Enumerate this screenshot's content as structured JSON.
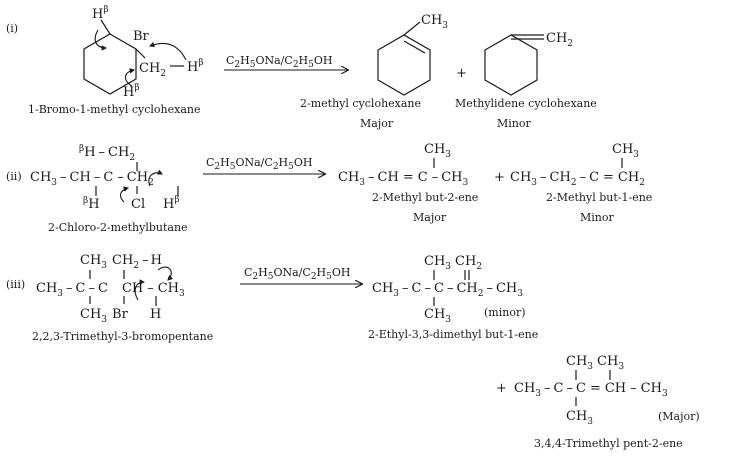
{
  "reaction_i": {
    "label": "(i)",
    "reactant": {
      "name": "1-Bromo-1-methyl cyclohexane",
      "br": "Br",
      "ch2": "CH",
      "ch2_sub": "2",
      "h_beta": "H",
      "beta": "β"
    },
    "reagent": {
      "text": "C",
      "parts": [
        "C",
        "2",
        "H",
        "5",
        "ONa/C",
        "2",
        "H",
        "5",
        "OH"
      ]
    },
    "product_major": {
      "name": "2-methyl cyclohexane",
      "status": "Major",
      "group": "CH",
      "group_sub": "3"
    },
    "plus": "+",
    "product_minor": {
      "name": "Methylidene cyclohexane",
      "status": "Minor",
      "group": "CH",
      "group_sub": "2"
    }
  },
  "reaction_ii": {
    "label": "(ii)",
    "reactant_name": "2-Chloro-2-methylbutane",
    "product_major": {
      "name": "2-Methyl but-2-ene",
      "status": "Major"
    },
    "product_minor": {
      "name": "2-Methyl but-1-ene",
      "status": "Minor"
    },
    "plus": "+"
  },
  "reaction_iii": {
    "label": "(iii)",
    "reactant_name": "2,2,3-Trimethyl-3-bromopentane",
    "product_minor": {
      "name": "2-Ethyl-3,3-dimethyl but-1-ene",
      "status": "(minor)"
    },
    "product_major": {
      "name": "3,4,4-Trimethyl pent-2-ene",
      "status": "(Major)"
    },
    "plus": "+"
  },
  "atoms": {
    "ch3": "CH",
    "ch2": "CH",
    "ch": "CH",
    "h": "H",
    "br": "Br",
    "cl": "Cl",
    "c": "C",
    "three": "3",
    "two": "2",
    "beta": "β",
    "dash": "–",
    "eq": "="
  }
}
